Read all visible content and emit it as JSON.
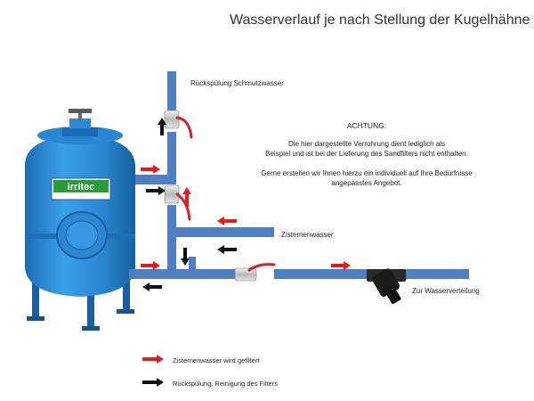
{
  "title": "Wasserverlauf je nach Stellung der Kugelhähne",
  "labels": {
    "backwash_dirty_water": "Rückspülung  Schmutzwasser",
    "cistern_water": "Zisternenwasser",
    "to_distribution": "Zur Wasserverteilung"
  },
  "tank": {
    "brand": "irritec",
    "brand_tagline": "..."
  },
  "notice": {
    "heading": "ACHTUNG:",
    "line1": "Die hier dargestellte Verrohrung dient lediglich als",
    "line2": "Beispiel und ist bei der Lieferung des Sandfilters nicht enthalten.",
    "line3": "Gerne erstellen wir Ihnen hierzu ein individuell auf Ihre Bedürfnisse",
    "line4": "angepasstes Angebot."
  },
  "legend": {
    "red": "Zisternenwasser wird gefiltert",
    "black": "Rückspülung, Reinigung des Filters"
  },
  "colors": {
    "pipe": "#4f7fc2",
    "tank": "#2d8ad6",
    "tank_dark": "#1a5f9f",
    "red_arrow": "#e31b1b",
    "black_arrow": "#111111",
    "valve_handle": "#d0252a"
  },
  "icons": {
    "valve": "ball-valve-icon",
    "filter": "inline-filter-icon",
    "arrow": "flow-arrow-icon"
  }
}
